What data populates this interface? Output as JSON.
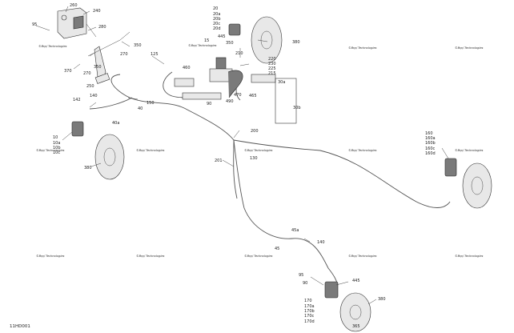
{
  "figure_id": "11HD001",
  "watermark": "©Brp/ Technologies",
  "callouts": {
    "c260": "260",
    "c240": "240",
    "c95a": "95",
    "c280": "280",
    "c350a": "350",
    "c270a": "270",
    "c370": "370",
    "c270b": "270",
    "c350b": "350",
    "c250": "250",
    "c20": "20",
    "c20a": "20a",
    "c20b": "20b",
    "c20c": "20c",
    "c20d": "20d",
    "c445a": "445",
    "c380a": "380",
    "c350c": "350",
    "c15": "15",
    "c125": "125",
    "c460": "460",
    "c210": "210",
    "c220": "220",
    "c230": "230",
    "c225": "225",
    "c215": "215",
    "c30a": "30a",
    "c30b": "30b",
    "c470": "470",
    "c490": "490",
    "c90": "90",
    "c465": "465",
    "c142": "142",
    "c140a": "140",
    "c150": "150",
    "c40": "40",
    "c40a": "40a",
    "c10": "10",
    "c10a": "10a",
    "c10b": "10b",
    "c10c": "10c",
    "c380b": "380",
    "c200": "200",
    "c201": "201",
    "c130": "130",
    "c160": "160",
    "c160a": "160a",
    "c160b": "160b",
    "c160c": "160c",
    "c160d": "160d",
    "c45a": "45a",
    "c140b": "140",
    "c45": "45",
    "c95b": "95",
    "c90b": "90",
    "c445b": "445",
    "c170": "170",
    "c170a": "170a",
    "c170b": "170b",
    "c170c": "170c",
    "c170d": "170d",
    "c380c": "380",
    "c365": "365"
  }
}
